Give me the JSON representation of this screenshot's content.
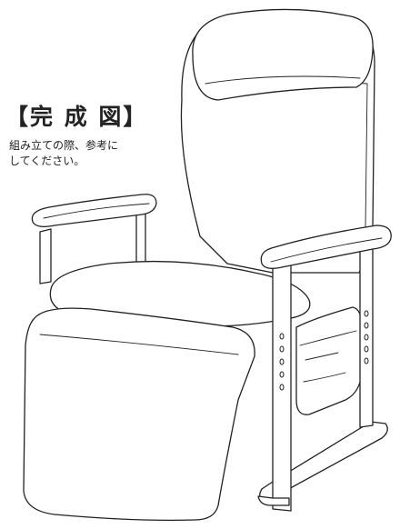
{
  "heading": {
    "title": "【完 成 図】",
    "note_line1": "組み立ての際、参考に",
    "note_line2": "してください。"
  },
  "illustration": {
    "subject": "recliner-chair",
    "line_color": "#222222",
    "background": "#ffffff"
  }
}
